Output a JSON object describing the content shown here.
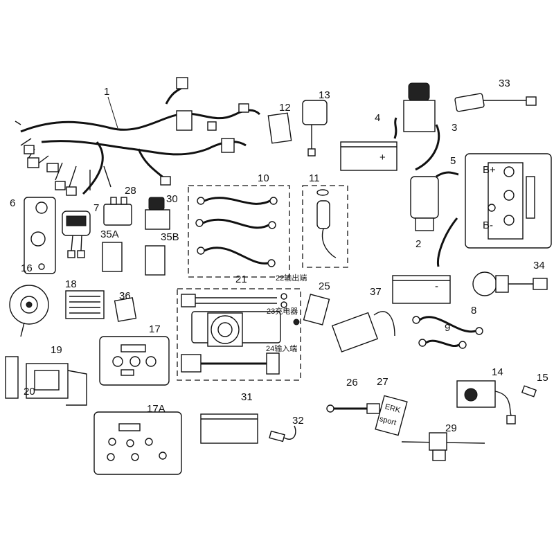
{
  "diagram": {
    "labels": {
      "p1": "1",
      "p2": "2",
      "p3": "3",
      "p4": "4",
      "p5": "5",
      "p6": "6",
      "p7": "7",
      "p8": "8",
      "p9": "9",
      "p10": "10",
      "p11": "11",
      "p12": "12",
      "p13": "13",
      "p14": "14",
      "p15": "15",
      "p16": "16",
      "p17": "17",
      "p17a": "17A",
      "p18": "18",
      "p19": "19",
      "p20": "20",
      "p21": "21",
      "p22": "22输出端",
      "p23": "23充电器",
      "p24": "24输入端",
      "p25": "25",
      "p26": "26",
      "p27": "27",
      "p28": "28",
      "p29": "29",
      "p30": "30",
      "p31": "31",
      "p32": "32",
      "p33": "33",
      "p34": "34",
      "p35a": "35A",
      "p35b": "35B",
      "p36": "36",
      "p37": "37"
    },
    "marks": {
      "battery_plus": "+",
      "battery_minus": "-",
      "terminal_b_plus": "B+",
      "terminal_b_minus": "B-",
      "card_line1": "ERK",
      "card_line2": "sport"
    }
  }
}
